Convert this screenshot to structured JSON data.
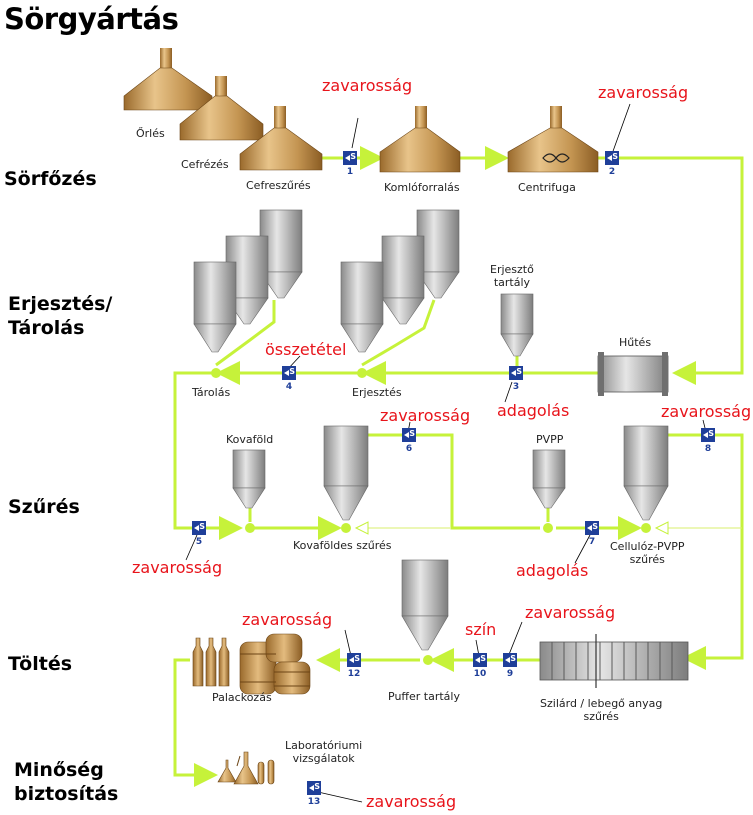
{
  "title": "Sörgyártás",
  "sections": {
    "sorfozes": "Sörfőzés",
    "erjesztes": "Erjesztés/\nTárolás",
    "szures": "Szűrés",
    "toltes": "Töltés",
    "minoseg": "Minőség\nbiztosítás"
  },
  "labels": {
    "orles": "Őrlés",
    "cefrezes": "Cefrézés",
    "cefreszures": "Cefreszűrés",
    "komloforralas": "Komlóforralás",
    "centrifuga": "Centrifuga",
    "erjeszto_tartaly": "Erjesztő\ntartály",
    "hutes": "Hűtés",
    "tarolas": "Tárolás",
    "erjesztes": "Erjesztés",
    "kovafold": "Kovaföld",
    "pvpp": "PVPP",
    "kovafoldes_szures": "Kovaföldes szűrés",
    "cellulóz_pvpp": "Cellulóz-PVPP\nszűrés",
    "palackozas": "Palackozás",
    "puffer_tartaly": "Puffer tartály",
    "szilard": "Szilárd / lebegő anyag\nszűrés",
    "labor": "Laboratóriumi\nvizsgálatok"
  },
  "measurements": {
    "m1": "zavarosság",
    "m2": "zavarosság",
    "m3": "adagolás",
    "m4": "összetétel",
    "m5": "zavarosság",
    "m6": "zavarosság",
    "m7": "adagolás",
    "m8": "zavarosság",
    "m9": "zavarosság",
    "m10": "szín",
    "m12": "zavarosság",
    "m13": "zavarosság"
  },
  "sensor_numbers": {
    "s1": "1",
    "s2": "2",
    "s3": "3",
    "s4": "4",
    "s5": "5",
    "s6": "6",
    "s7": "7",
    "s8": "8",
    "s9": "9",
    "s10": "10",
    "s12": "12",
    "s13": "13"
  },
  "colors": {
    "pipe": "#c6f23a",
    "measurement_text": "#e8141b",
    "sensor": "#1f3f99",
    "kettle_copper": "#c8964f",
    "tank_steel": "#a9a9a9"
  }
}
